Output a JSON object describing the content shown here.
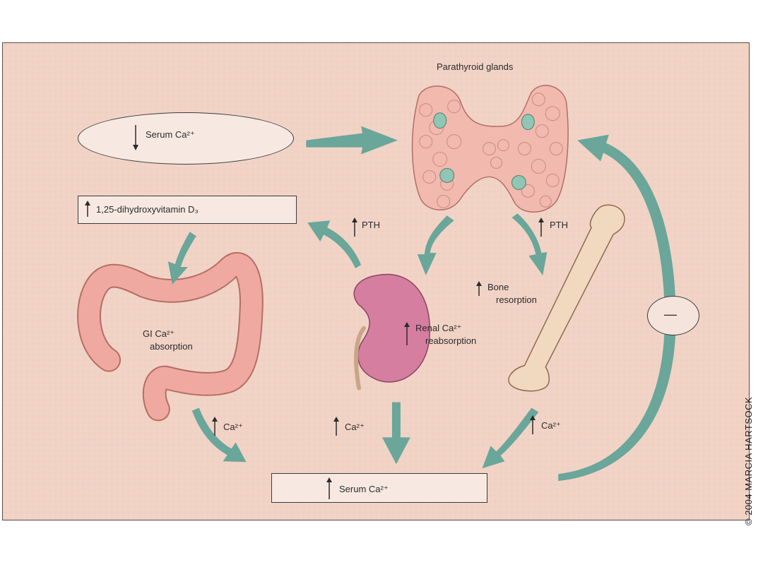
{
  "title": "Parathyroid glands",
  "labels": {
    "serum_low": "Serum Ca²⁺",
    "vitamin_d": "1,25-dihydroxyvitamin D₃",
    "pth_left": "PTH",
    "pth_right": "PTH",
    "gi_line1": "GI Ca²⁺",
    "gi_line2": "absorption",
    "renal_line1": "Renal Ca²⁺",
    "renal_line2": "reabsorption",
    "bone_line1": "Bone",
    "bone_line2": "resorption",
    "ca_gi": "Ca²⁺",
    "ca_kidney": "Ca²⁺",
    "ca_bone": "Ca²⁺",
    "serum_high": "Serum Ca²⁺",
    "inhibit": "—"
  },
  "credit": "© 2004 MARCIA HARTSOCK",
  "colors": {
    "background": "#f1d3c6",
    "arrow": "#6aa69a",
    "gland_tissue": "#f2b9ae",
    "parathyroid_nodule": "#8fc6b4",
    "kidney": "#d67ea0",
    "intestine": "#f0a9a0",
    "bone": "#f1d9bf"
  },
  "icons": [
    "up-arrow-icon",
    "down-arrow-icon",
    "minus-icon"
  ]
}
